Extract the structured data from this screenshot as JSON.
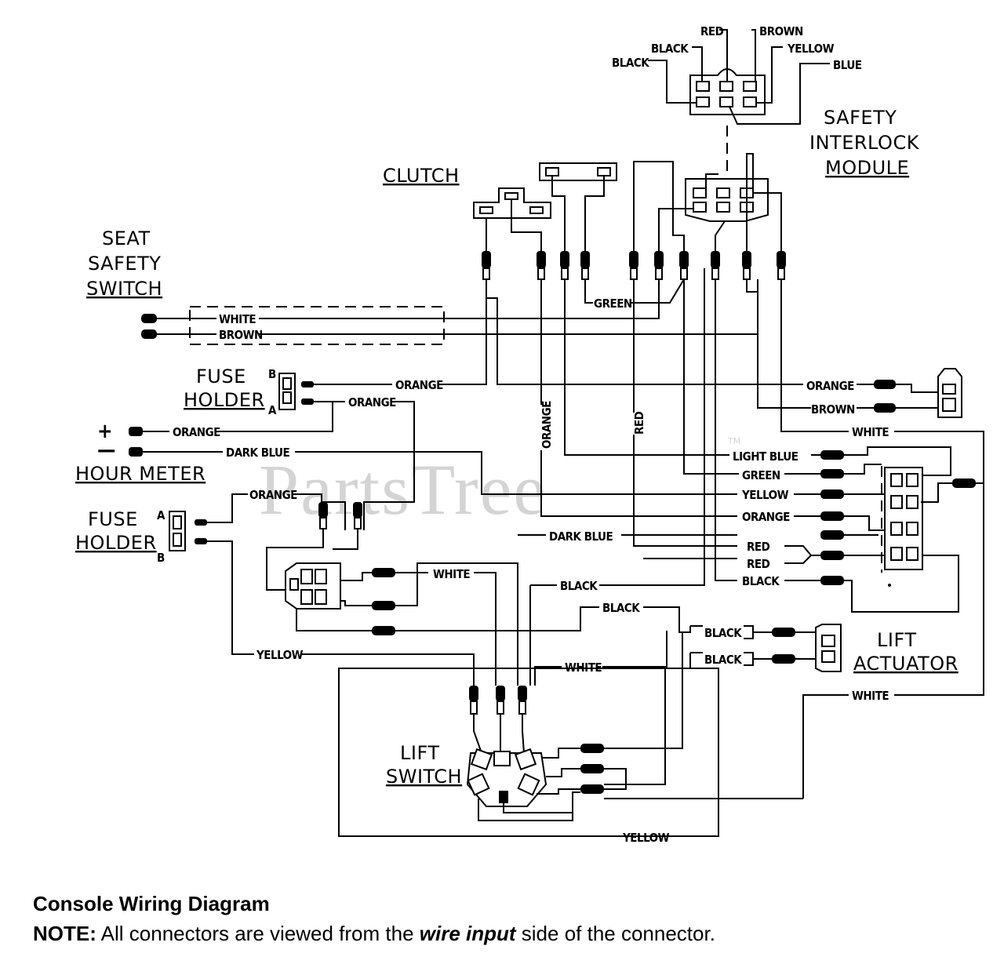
{
  "watermark": {
    "text": "PartsTree",
    "mark": "TM"
  },
  "components": {
    "safety_interlock_module": "SAFETY INTERLOCK MODULE",
    "safety_interlock_lines": [
      "SAFETY",
      "INTERLOCK",
      "MODULE"
    ],
    "clutch": "CLUTCH",
    "seat_safety_switch_lines": [
      "SEAT",
      "SAFETY",
      "SWITCH"
    ],
    "fuse_holder_top_lines": [
      "FUSE",
      "HOLDER"
    ],
    "fuse_holder_bottom_lines": [
      "FUSE",
      "HOLDER"
    ],
    "hour_meter": "HOUR METER",
    "lift_actuator_lines": [
      "LIFT",
      "ACTUATOR"
    ],
    "lift_switch_lines": [
      "LIFT",
      "SWITCH"
    ]
  },
  "terminals": {
    "a": "A",
    "b": "B",
    "plus": "+",
    "minus": "—"
  },
  "wires": {
    "red": "RED",
    "brown": "BROWN",
    "black": "BLACK",
    "yellow": "YELLOW",
    "blue": "BLUE",
    "white": "WHITE",
    "orange": "ORANGE",
    "green": "GREEN",
    "dark_blue": "DARK BLUE",
    "light_blue": "LIGHT BLUE"
  },
  "caption": "Console Wiring Diagram",
  "note": {
    "prefix": "NOTE:",
    "text1": " All connectors are viewed from the ",
    "emphasis": "wire input",
    "text2": " side of the connector."
  }
}
